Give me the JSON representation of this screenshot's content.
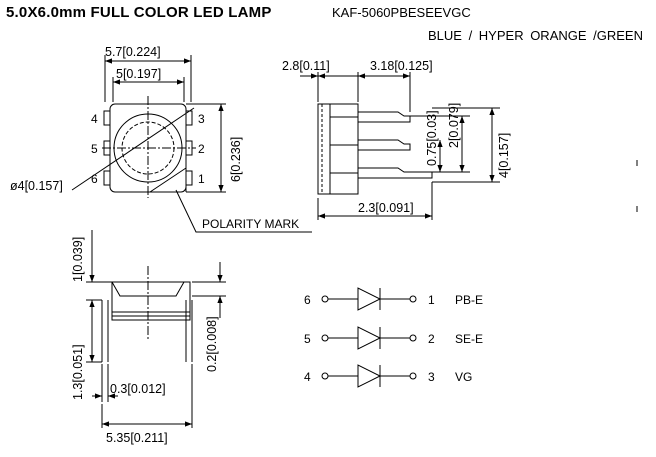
{
  "header": {
    "title": "5.0X6.0mm FULL COLOR LED LAMP",
    "part_number": "KAF-5060PBESEEVGC",
    "colors": "BLUE /  HYPER  ORANGE /GREEN"
  },
  "top_view": {
    "dim_width_outer": "5.7[0.224]",
    "dim_width_inner": "5[0.197]",
    "dim_height": "6[0.236]",
    "dim_diameter": "ø4[0.157]",
    "polarity_label": "POLARITY  MARK",
    "pins_left": [
      "4",
      "5",
      "6"
    ],
    "pins_right": [
      "3",
      "2",
      "1"
    ]
  },
  "side_view": {
    "dim_body": "2.8[0.11]",
    "dim_leads": "3.18[0.125]",
    "dim_small": "0.75[0.03]",
    "dim_mid": "2[0.079]",
    "dim_tall": "4[0.157]",
    "dim_bottom": "2.3[0.091]"
  },
  "front_view": {
    "dim_top": "1[0.039]",
    "dim_left": "1.3[0.051]",
    "dim_right": "0.2[0.008]",
    "dim_lead": "0.3[0.012]",
    "dim_width": "5.35[0.211]"
  },
  "schematic": {
    "rows": [
      {
        "left_pin": "6",
        "right_pin": "1",
        "label": "PB-E"
      },
      {
        "left_pin": "5",
        "right_pin": "2",
        "label": "SE-E"
      },
      {
        "left_pin": "4",
        "right_pin": "3",
        "label": "VG"
      }
    ]
  }
}
